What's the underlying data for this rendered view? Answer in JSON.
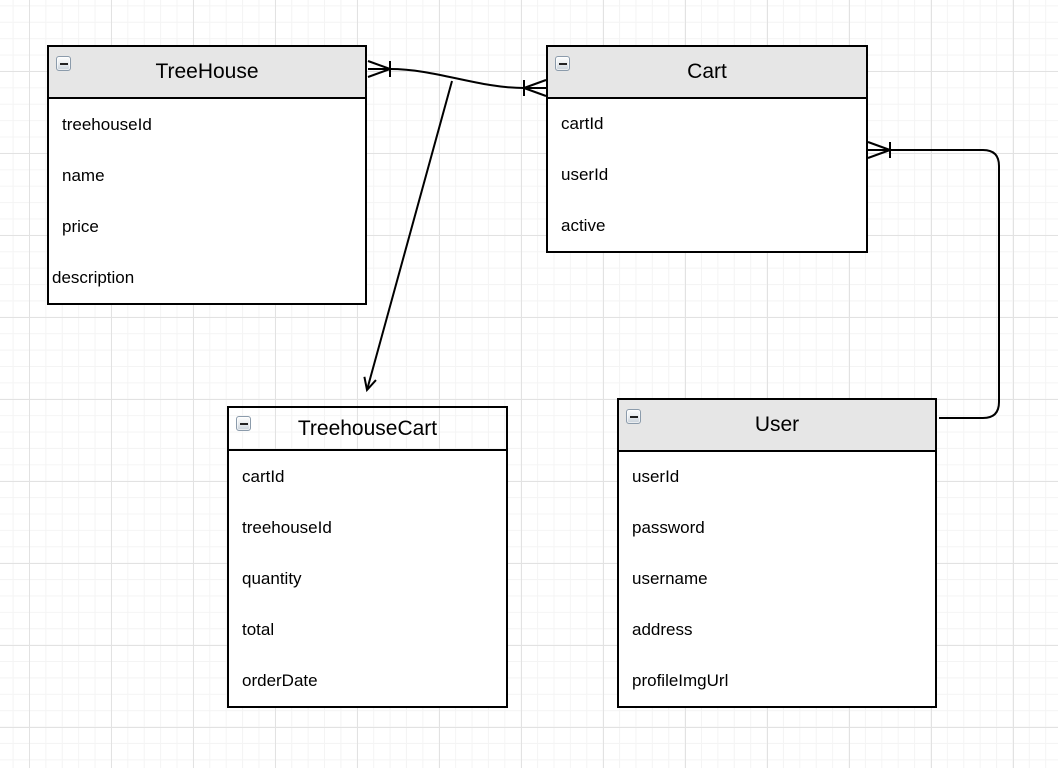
{
  "diagram": {
    "kind": "entity-relationship-diagram",
    "colors": {
      "entity_border": "#000000",
      "entity_header_fill": "#e6e6e6",
      "entity_body_fill": "#ffffff",
      "connector_stroke": "#000000",
      "grid_minor": "#f4f4f4",
      "grid_major": "#e2e2e2",
      "canvas_background": "#ffffff"
    }
  },
  "entities": [
    {
      "name": "TreeHouse",
      "collapse_icon": "minus-icon",
      "header_fill": "#e6e6e6",
      "fields": [
        "treehouseId",
        "name",
        "price",
        "description"
      ]
    },
    {
      "name": "Cart",
      "collapse_icon": "minus-icon",
      "header_fill": "#e6e6e6",
      "fields": [
        "cartId",
        "userId",
        "active"
      ]
    },
    {
      "name": "TreehouseCart",
      "collapse_icon": "minus-icon",
      "header_fill": "transparent",
      "fields": [
        "cartId",
        "treehouseId",
        "quantity",
        "total",
        "orderDate"
      ]
    },
    {
      "name": "User",
      "collapse_icon": "minus-icon",
      "header_fill": "#e6e6e6",
      "fields": [
        "userId",
        "password",
        "username",
        "address",
        "profileImgUrl"
      ]
    }
  ],
  "relationships": [
    {
      "from": "TreeHouse",
      "to": "Cart",
      "type": "many-to-many",
      "line_style": "curved",
      "from_marker": "crow-foot-one-or-many",
      "to_marker": "crow-foot-one-or-many"
    },
    {
      "from": "TreeHouse-Cart relationship line",
      "to": "TreehouseCart",
      "type": "association-to-junction-table",
      "line_style": "straight",
      "from_marker": "none",
      "to_marker": "open-arrow"
    },
    {
      "from": "Cart",
      "to": "User",
      "type": "many-to-one",
      "line_style": "orthogonal-rounded",
      "from_marker": "crow-foot-one-or-many",
      "to_marker": "none"
    }
  ]
}
